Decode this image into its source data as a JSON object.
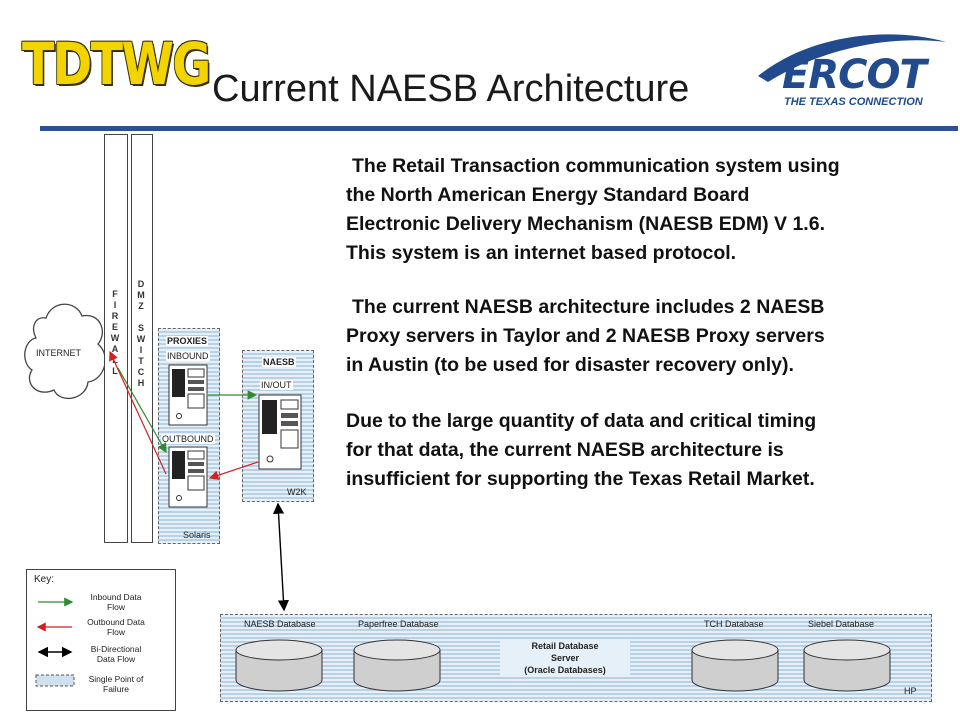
{
  "title": "Current NAESB Architecture",
  "logos": {
    "left": "TDTWG",
    "right": "ERCOT",
    "right_tagline": "THE TEXAS CONNECTION"
  },
  "paragraphs": [
    [
      "The Retail Transaction communication system using",
      "the North American Energy Standard Board",
      "Electronic Delivery Mechanism (NAESB EDM) V 1.6.",
      "This system is an internet based protocol."
    ],
    [
      "The current NAESB architecture includes 2 NAESB",
      "Proxy servers in Taylor and 2 NAESB Proxy servers",
      "in Austin (to be used for disaster recovery only)."
    ],
    [
      "Due to the large quantity of data and critical timing",
      "for that data, the current NAESB architecture is",
      "insufficient for supporting the Texas Retail Market."
    ]
  ],
  "diagram": {
    "internet": "INTERNET",
    "firewall": [
      "F",
      "I",
      "R",
      "E",
      "W",
      "A",
      "L",
      "L"
    ],
    "dmz": [
      "D",
      "M",
      "Z"
    ],
    "switch": [
      "S",
      "W",
      "I",
      "T",
      "C",
      "H"
    ],
    "proxies": {
      "title": "PROXIES",
      "inbound": "INBOUND",
      "outbound": "OUTBOUND",
      "os": "Solaris"
    },
    "naesb": {
      "title": "NAESB",
      "inout": "IN/OUT",
      "os": "W2K"
    },
    "database": {
      "labels": [
        "NAESB Database",
        "Paperfree Database",
        "TCH Database",
        "Siebel Database"
      ],
      "center": [
        "Retail Database",
        "Server",
        "(Oracle Databases)"
      ],
      "os": "HP"
    },
    "colors": {
      "inbound": "#2e8b2e",
      "outbound": "#d62020",
      "bidirectional": "#000000",
      "firewall_border": "#444444"
    }
  },
  "key": {
    "title": "Key:",
    "items": [
      {
        "label": [
          "Inbound Data",
          "Flow"
        ],
        "type": "inbound-arrow"
      },
      {
        "label": [
          "Outbound Data",
          "Flow"
        ],
        "type": "outbound-arrow"
      },
      {
        "label": [
          "Bi-Directional",
          "Data Flow"
        ],
        "type": "bidirectional-arrow"
      },
      {
        "label": [
          "Single Point of",
          "Failure"
        ],
        "type": "dashed-hatched-box"
      }
    ]
  }
}
